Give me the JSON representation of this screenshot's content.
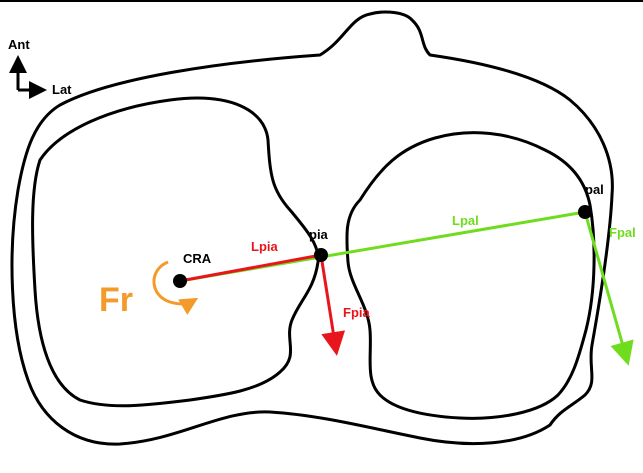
{
  "colors": {
    "outline": "#000000",
    "red": "#e8161c",
    "green": "#6fdc1e",
    "orange": "#f49a2a"
  },
  "axes": {
    "ant": "Ant",
    "lat": "Lat"
  },
  "points": {
    "cra": "CRA",
    "pia": "pia",
    "pal": "pal"
  },
  "segments": {
    "lpia": "Lpia",
    "lpal": "Lpal"
  },
  "forces": {
    "fpia": "Fpia",
    "fpal": "Fpal",
    "fr": "Fr"
  }
}
